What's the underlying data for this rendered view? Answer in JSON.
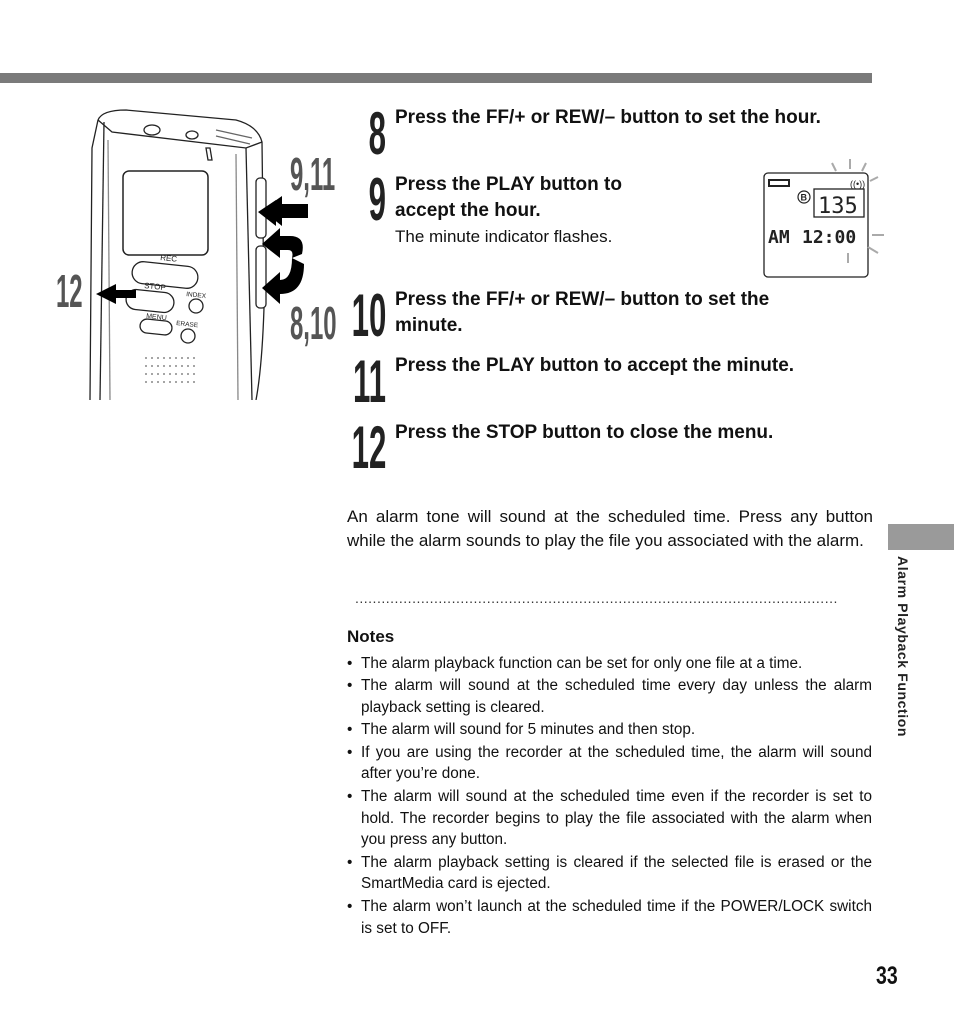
{
  "side_tab": {
    "label": "Alarm Playback Function"
  },
  "page_number": "33",
  "callouts": {
    "a": "9,11",
    "b": "12",
    "c": "8,10"
  },
  "device": {
    "buttons": {
      "rec": "REC",
      "stop": "STOP",
      "index": "INDEX",
      "menu": "MENU",
      "erase": "ERASE"
    }
  },
  "lcd": {
    "badge": "B",
    "number": "135",
    "am": "AM",
    "time": "12:00"
  },
  "steps": [
    {
      "num": "8",
      "text": "Press the FF/+ or REW/– button to set the hour."
    },
    {
      "num": "9",
      "text_line1": "Press the PLAY button to",
      "text_line2": "accept the hour.",
      "sub": "The minute indicator flashes."
    },
    {
      "num": "10",
      "text": "Press the FF/+ or REW/– button to set the minute."
    },
    {
      "num": "11",
      "text": "Press the PLAY button to accept the minute."
    },
    {
      "num": "12",
      "text": "Press the STOP button to close the menu."
    }
  ],
  "paragraph": "An alarm tone will sound at the scheduled time. Press any button while the alarm sounds to play the file you associated with the alarm.",
  "notes": {
    "title": "Notes",
    "items": [
      "The alarm playback function can be set for only one file at a time.",
      "The alarm will sound at the scheduled time every day unless the alarm playback setting is cleared.",
      "The alarm will sound for 5 minutes and then stop.",
      "If you are using the recorder at the scheduled time, the alarm will sound after you’re done.",
      "The alarm will sound at the scheduled time even if the recorder is set to hold. The recorder begins to play the file associated with the alarm when you press any button.",
      "The alarm playback setting is cleared if the selected file is erased or the SmartMedia card is ejected.",
      "The alarm won’t launch at the scheduled time if the POWER/LOCK switch is set to OFF."
    ]
  }
}
